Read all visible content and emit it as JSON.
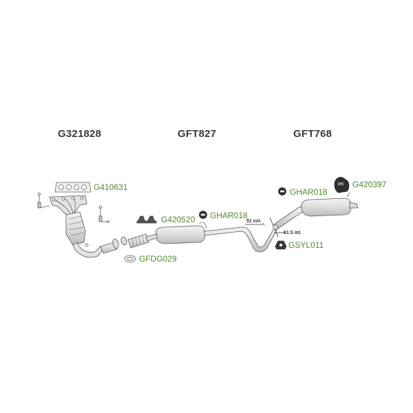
{
  "groups": [
    {
      "id": "g1",
      "label": "G321828"
    },
    {
      "id": "g2",
      "label": "GFT827"
    },
    {
      "id": "g3",
      "label": "GFT768"
    }
  ],
  "parts": [
    {
      "id": "manifold-gasket",
      "label": "G410631"
    },
    {
      "id": "flange-gasket",
      "label": "GFDG029"
    },
    {
      "id": "clamp-set",
      "label": "G420520"
    },
    {
      "id": "hanger-front",
      "label": "GHAR018"
    },
    {
      "id": "hanger-rear",
      "label": "GHAR018"
    },
    {
      "id": "rear-mount",
      "label": "G420397"
    },
    {
      "id": "sleeve",
      "label": "GSYL011"
    }
  ],
  "dimensions": [
    {
      "id": "ext",
      "label": "51 ext."
    },
    {
      "id": "int",
      "label": "51.5 int."
    }
  ],
  "colors": {
    "part_label": "#4f8a2f",
    "group_label": "#3a3a3a",
    "line": "#555555",
    "fill": "#e6e6e6"
  }
}
